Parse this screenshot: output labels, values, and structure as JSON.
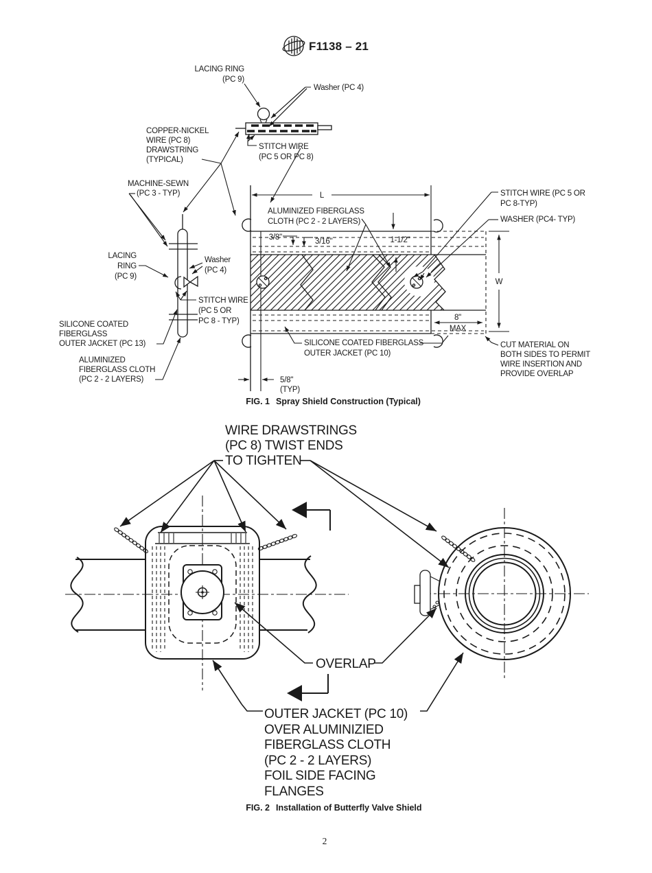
{
  "header": {
    "logo": "astm-globe-logo",
    "title": "F1138 – 21"
  },
  "page_number": "2",
  "fig1": {
    "caption": {
      "num": "FIG. 1",
      "text": "Spray Shield Construction (Typical)"
    },
    "labels": {
      "lacing_ring_top": [
        "LACING RING",
        "(PC 9)"
      ],
      "washer_top": "Washer (PC 4)",
      "stitch_wire_top": [
        "STITCH WIRE",
        "(PC 5 OR PC 8)"
      ],
      "copper_nickel_wire": [
        "COPPER-NICKEL",
        "WIRE (PC 8)",
        "DRAWSTRING",
        "(TYPICAL)"
      ],
      "machine_sewn": [
        "MACHINE-SEWN",
        "(PC 3 - TYP)"
      ],
      "lacing_ring_left": [
        "LACING",
        "RING",
        "(PC 9)"
      ],
      "washer_left": [
        "Washer",
        "(PC 4)"
      ],
      "stitch_wire_left": [
        "STITCH WIRE",
        "(PC 5 OR",
        "PC 8 - TYP)"
      ],
      "silicone_outer_jacket_13": [
        "SILICONE COATED",
        "FIBERGLASS",
        "OUTER JACKET (PC 13)"
      ],
      "aluminized_cloth_left": [
        "ALUMINIZED",
        "FIBERGLASS CLOTH",
        "(PC 2 - 2 LAYERS)"
      ],
      "aluminized_cloth_main": [
        "ALUMINIZED FIBERGLASS",
        "CLOTH (PC 2 - 2 LAYERS)"
      ],
      "stitch_wire_right": [
        "STITCH WIRE (PC 5 OR",
        "PC 8-TYP)"
      ],
      "washer_right": "WASHER (PC4- TYP)",
      "silicone_outer_jacket_10": [
        "SILICONE COATED FIBERGLASS",
        "OUTER JACKET (PC 10)"
      ],
      "cut_material": [
        "CUT MATERIAL ON",
        "BOTH SIDES TO PERMIT",
        "WIRE INSERTION AND",
        "PROVIDE OVERLAP"
      ]
    },
    "dims": {
      "L": "L",
      "W": "W",
      "d38": "3/8\"",
      "d316": "3/16\"",
      "d112": "1-1/2\"",
      "d8": "8\"",
      "max": "MAX",
      "d58": "5/8\"",
      "typ": "(TYP)"
    }
  },
  "fig2": {
    "caption": {
      "num": "FIG. 2",
      "text": "Installation of Butterfly Valve Shield"
    },
    "labels": {
      "wire_drawstrings": [
        "WIRE DRAWSTRINGS",
        "(PC 8) TWIST ENDS",
        "TO TIGHTEN"
      ],
      "overlap": "OVERLAP",
      "outer_jacket_note": [
        "OUTER JACKET (PC 10)",
        "OVER ALUMINIZIED",
        "FIBERGLASS CLOTH",
        "(PC 2 - 2 LAYERS)",
        "FOIL SIDE FACING",
        "FLANGES"
      ]
    }
  }
}
